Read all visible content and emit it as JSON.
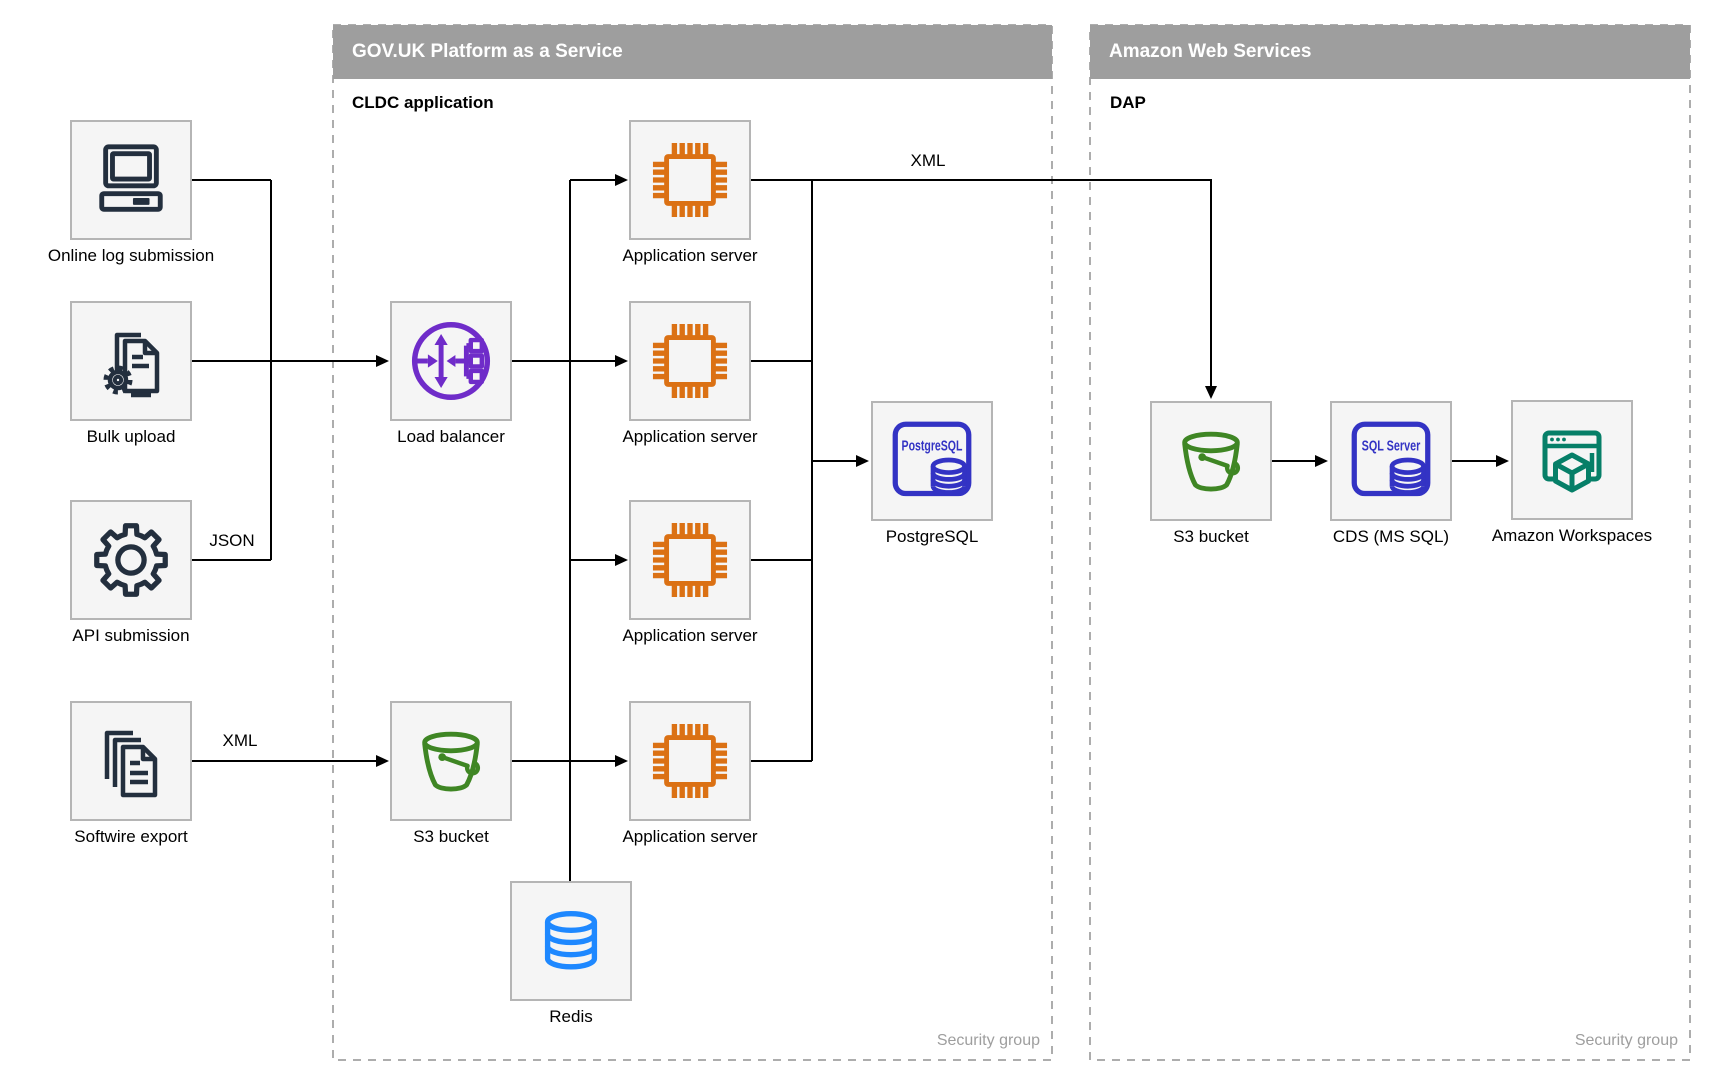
{
  "containers": {
    "govuk": {
      "title": "GOV.UK Platform as a Service",
      "sublabel": "CLDC application",
      "footer": "Security group"
    },
    "aws": {
      "title": "Amazon Web Services",
      "sublabel": "DAP",
      "footer": "Security group"
    }
  },
  "nodes": {
    "online_log_submission": {
      "label": "Online log submission",
      "icon": "desktop-computer-icon"
    },
    "bulk_upload": {
      "label": "Bulk upload",
      "icon": "document-gear-icon"
    },
    "api_submission": {
      "label": "API submission",
      "icon": "gear-icon"
    },
    "softwire_export": {
      "label": "Softwire export",
      "icon": "document-stack-icon"
    },
    "load_balancer": {
      "label": "Load balancer",
      "icon": "load-balancer-icon"
    },
    "app_server_1": {
      "label": "Application server",
      "icon": "chip-icon"
    },
    "app_server_2": {
      "label": "Application server",
      "icon": "chip-icon"
    },
    "app_server_3": {
      "label": "Application server",
      "icon": "chip-icon"
    },
    "app_server_4": {
      "label": "Application server",
      "icon": "chip-icon"
    },
    "postgresql": {
      "label": "PostgreSQL",
      "badge": "PostgreSQL",
      "icon": "postgresql-icon"
    },
    "s3_bucket_govuk": {
      "label": "S3 bucket",
      "icon": "bucket-icon"
    },
    "redis": {
      "label": "Redis",
      "icon": "database-icon"
    },
    "s3_bucket_aws": {
      "label": "S3 bucket",
      "icon": "bucket-icon"
    },
    "cds_mssql": {
      "label": "CDS (MS SQL)",
      "badge": "SQL Server",
      "icon": "sql-server-icon"
    },
    "amazon_workspaces": {
      "label": "Amazon Workspaces",
      "icon": "workspaces-icon"
    }
  },
  "edge_labels": {
    "api_to_app": "JSON",
    "softwire_to_s3": "XML",
    "app_to_aws": "XML"
  },
  "colors": {
    "dark": "#232F3E",
    "orange": "#DB7114",
    "purple": "#6F2CC9",
    "indigo": "#3333C4",
    "green": "#3F8624",
    "teal": "#067F68",
    "blue": "#1E88FF",
    "bar": "#9E9E9E",
    "boxfill": "#F5F5F5",
    "boxborder": "#B5B5B5",
    "border": "#ADADAD",
    "muted": "#9E9E9E",
    "line": "#000000"
  }
}
